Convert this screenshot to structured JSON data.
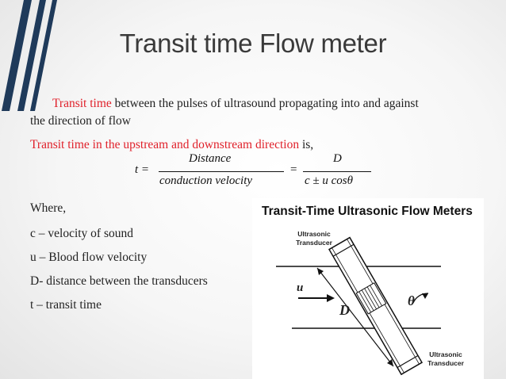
{
  "title": "Transit time Flow meter",
  "intro": {
    "highlight": "Transit time",
    "text": " between the pulses of ultrasound propagating into and against",
    "line2": "the direction of flow"
  },
  "upstream": {
    "highlight": "Transit time in the upstream and downstream direction",
    "suffix": " is,"
  },
  "equation": {
    "lhs": "t =",
    "num1": "Distance",
    "den1": "conduction velocity",
    "equals": "=",
    "num2": "D",
    "den2": "c ± u cosθ"
  },
  "where": "Where,",
  "definitions": [
    "c – velocity of sound",
    "u – Blood flow velocity",
    "D- distance between the transducers",
    "t – transit time"
  ],
  "figure": {
    "title": "Transit-Time Ultrasonic Flow Meters",
    "top_transducer": "Ultrasonic Transducer",
    "bottom_transducer": "Ultrasonic Transducer",
    "u_label": "u",
    "d_label": "D",
    "theta_label": "θ"
  },
  "colors": {
    "accent_red": "#e0202a",
    "stripe": "#1f3a5a"
  }
}
